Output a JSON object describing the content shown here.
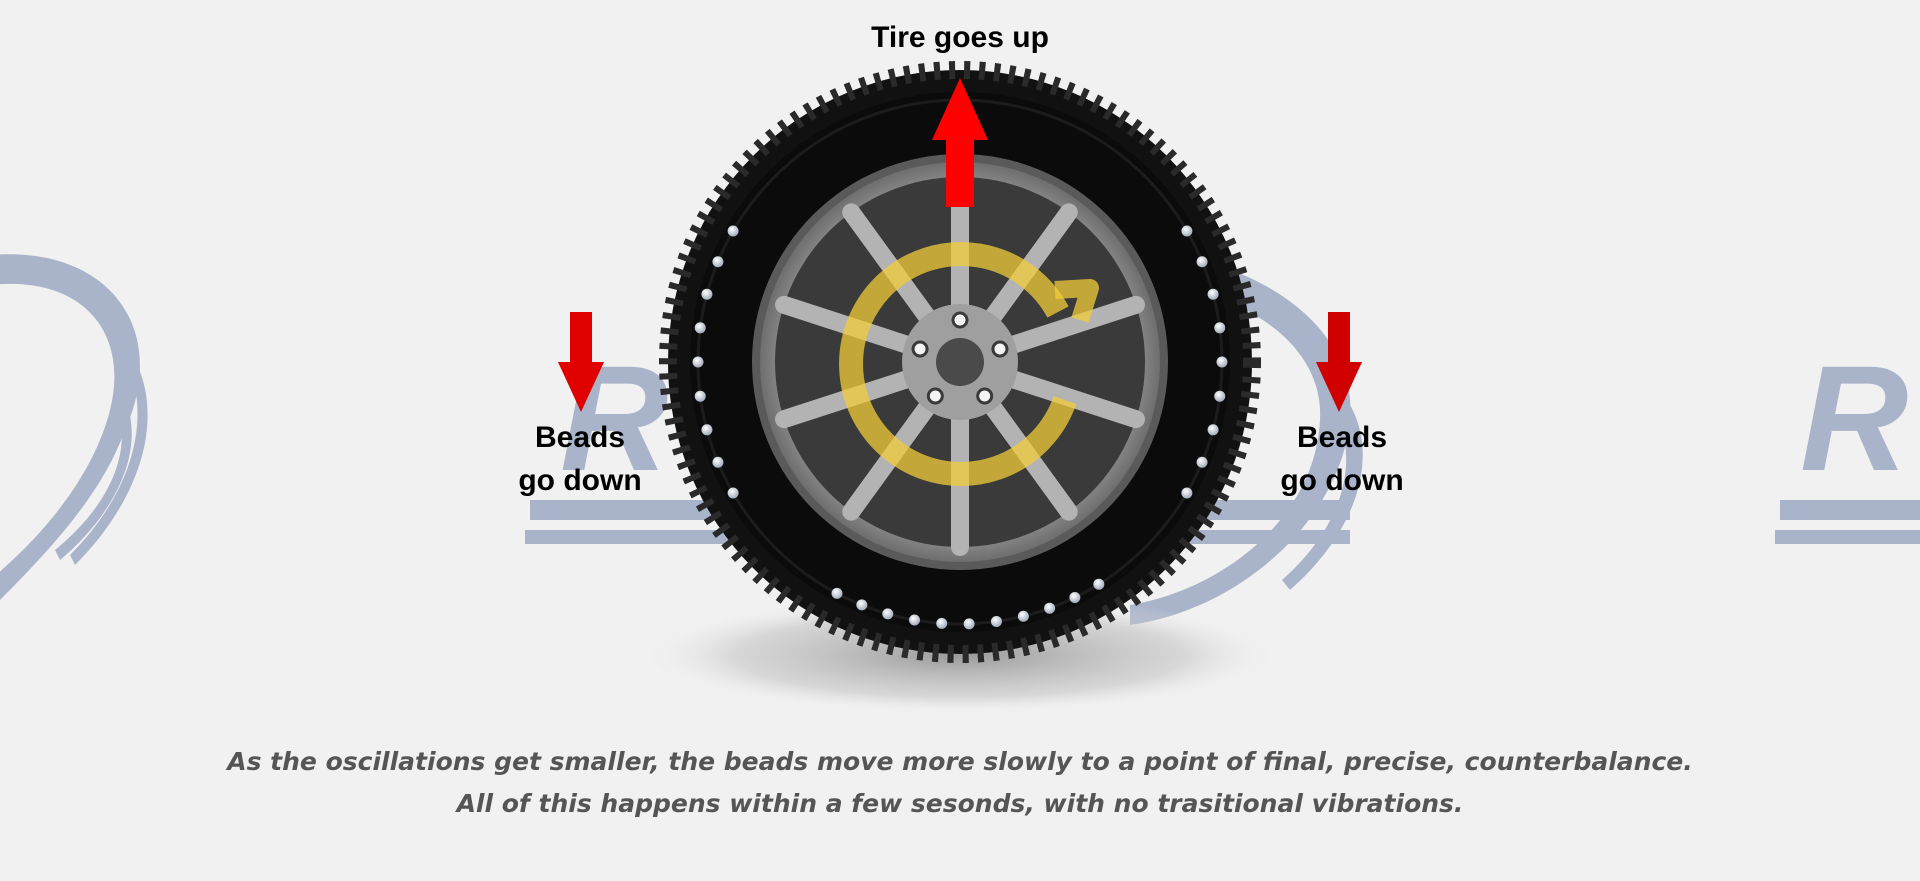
{
  "top_label": "Tire goes up",
  "left_label": {
    "line1": "Beads",
    "line2": "go down"
  },
  "right_label": {
    "line1": "Beads",
    "line2": "go down"
  },
  "caption": {
    "line1": "As the oscillations get smaller, the beads move more slowly to a point of final, precise, counterbalance.",
    "line2": "All of this happens within a few sesonds, with no trasitional vibrations."
  },
  "watermark": {
    "text": "R"
  },
  "colors": {
    "background": "#f1f1f1",
    "arrow_up": "#ff0000",
    "arrow_down": "#e00000",
    "watermark": "#a9b4cb",
    "motion_ring": "#f2cd3a",
    "tire": "#0b0b0b",
    "rim": "#a7a7a7",
    "bead": "#e7ecf4",
    "caption": "#555555"
  },
  "icons": [
    "tire-wheel-icon",
    "arrow-up-icon",
    "arrow-down-icon",
    "bead-icon",
    "rotation-ring-icon",
    "logo-watermark"
  ]
}
